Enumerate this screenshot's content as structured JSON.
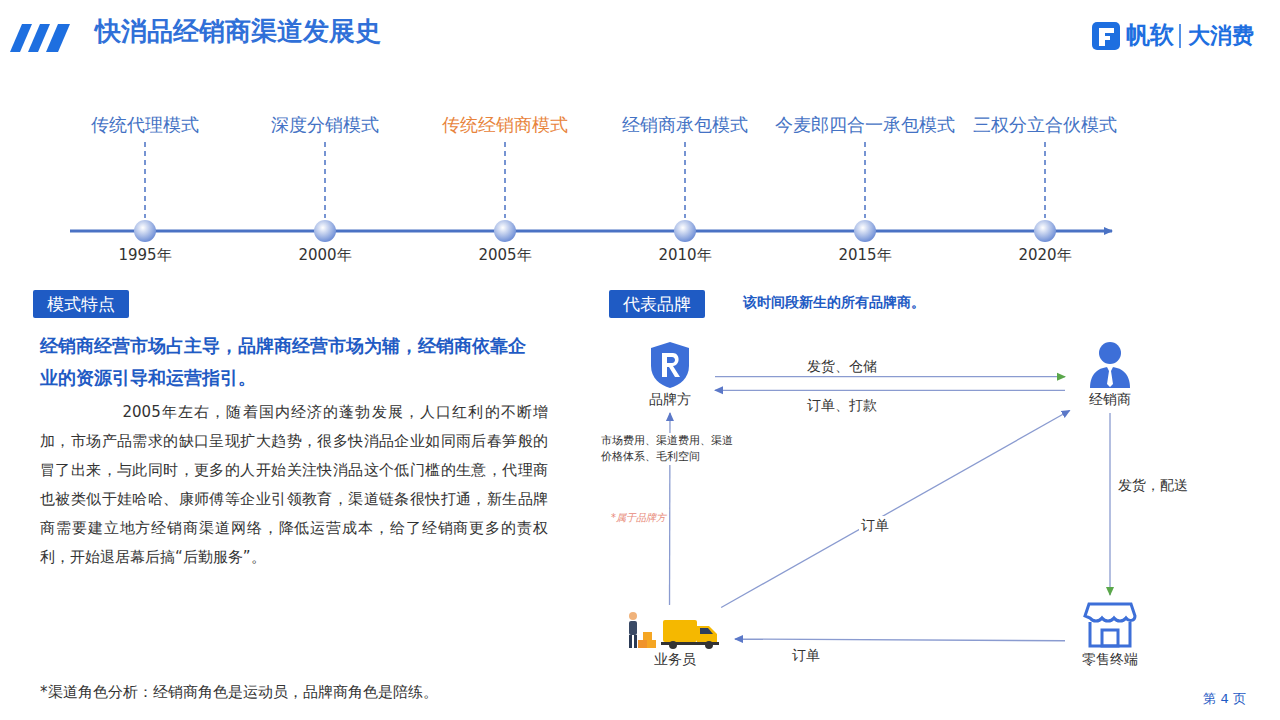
{
  "diagram": {
    "title": "快消品经销商渠道发展史",
    "nodes": [
      {
        "text": [
          "模式特点"
        ]
      },
      {
        "text": [
          "代表品牌"
        ]
      },
      {
        "text": [
          "品牌方"
        ]
      },
      {
        "text": [
          "经销商"
        ]
      },
      {
        "text": [
          "业务员"
        ]
      },
      {
        "text": [
          "零售终端"
        ]
      }
    ],
    "edges": [
      {
        "from": 2,
        "to": 3,
        "arrow": "to",
        "label": "发货、仓储"
      },
      {
        "from": 3,
        "to": 2,
        "arrow": "to",
        "label": "订单、打款"
      },
      {
        "from": 3,
        "to": 5,
        "arrow": "to",
        "label": "发货，配送"
      },
      {
        "from": 5,
        "to": 4,
        "arrow": "to",
        "label": "订单"
      },
      {
        "from": 4,
        "to": 3,
        "arrow": "to",
        "label": "订单"
      },
      {
        "from": 4,
        "to": 2,
        "arrow": "to",
        "label": "市场费用、渠道费用、渠道价格体系、毛利空间"
      }
    ],
    "labels": [
      "帆软",
      "大消费",
      "传统代理模式",
      "深度分销模式",
      "传统经销商模式",
      "经销商承包模式",
      "今麦郎四合一承包模式",
      "三权分立合伙模式",
      "1995年",
      "2000年",
      "2005年",
      "2010年",
      "2015年",
      "2020年",
      "经销商经营市场占主导，品牌商经营市场为辅，经销商依靠企业的资源引导和运营指引。",
      "2005年左右，随着国内经济的蓬勃发展，人口红利的不断增加，市场产品需求的缺口呈现扩大趋势，很多快消品企业如同雨后春笋般的冒了出来，与此同时，更多的人开始关注快消品这个低门槛的生意，代理商也被类似于娃哈哈、康师傅等企业引领教育，渠道链条很快打通，新生品牌商需要建立地方经销商渠道网络，降低运营成本，给了经销商更多的责权利，开始退居幕后搞“后勤服务”。",
      "该时间段新生的所有品牌商。",
      "*属于品牌方",
      "*渠道角色分析：经销商角色是运动员，品牌商角色是陪练。",
      "第 4 页"
    ]
  }
}
